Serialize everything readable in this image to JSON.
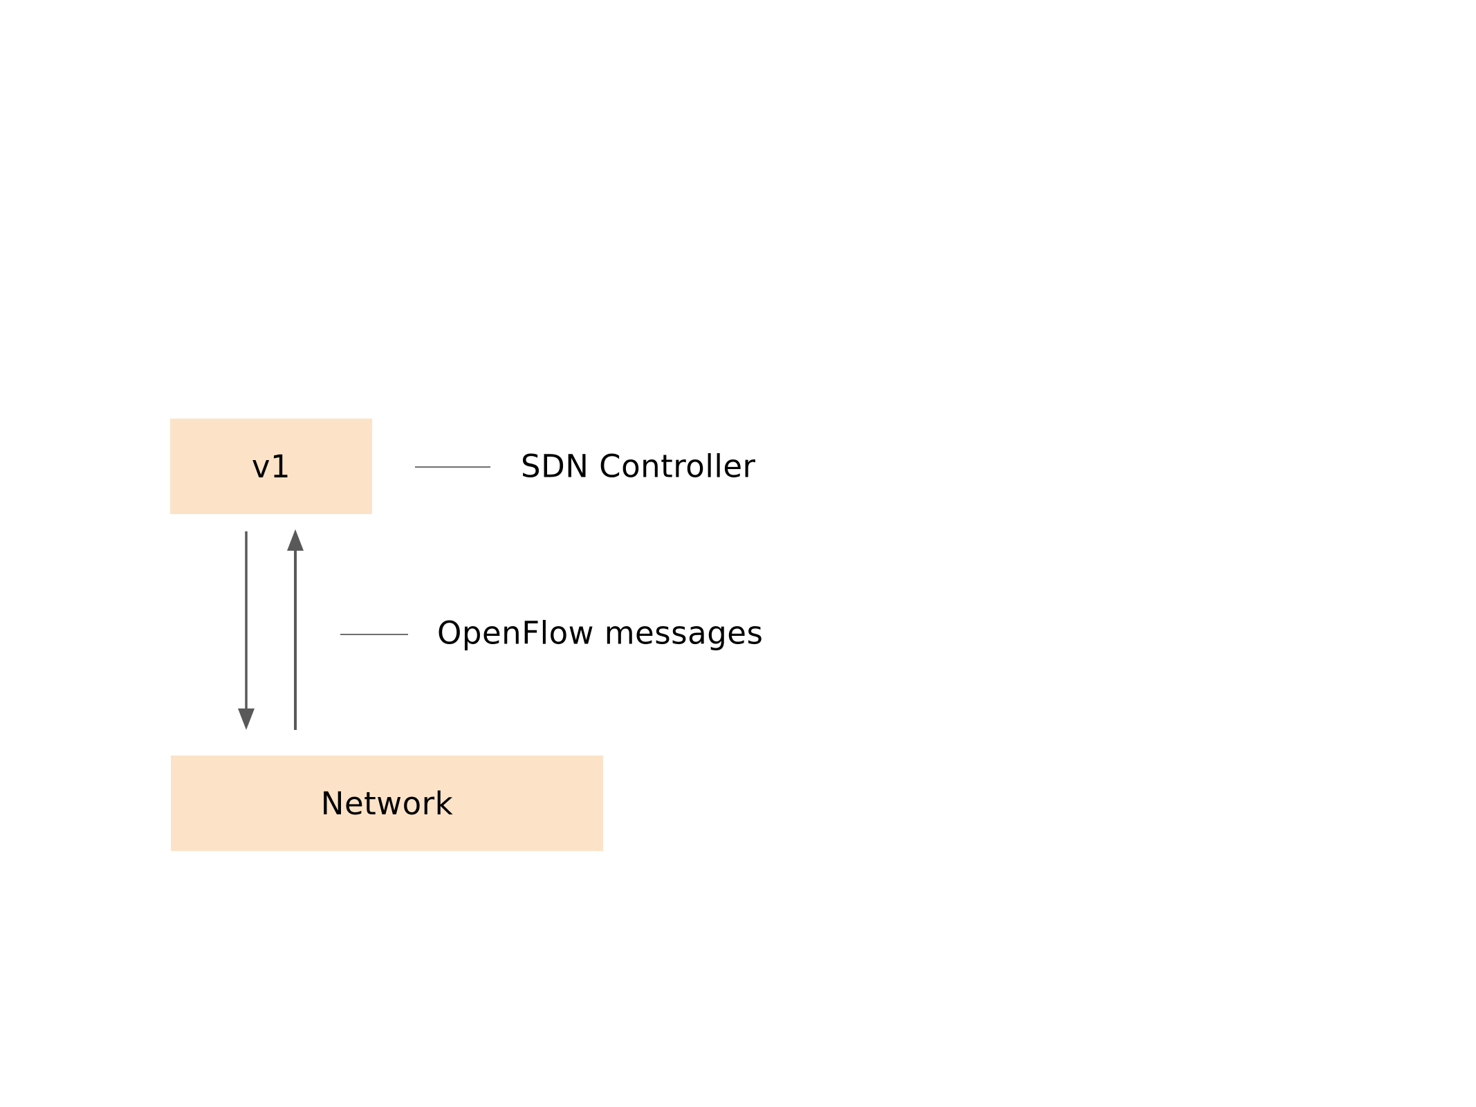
{
  "colors": {
    "background": "#ffffff",
    "node_fill": "#fce3c8",
    "arrow": "#595959",
    "connector_line": "#6e6e6e",
    "text": "#000000"
  },
  "nodes": {
    "controller": {
      "label": "v1"
    },
    "network": {
      "label": "Network"
    }
  },
  "labels": {
    "controller_note": "SDN Controller",
    "messages_note": "OpenFlow messages"
  }
}
